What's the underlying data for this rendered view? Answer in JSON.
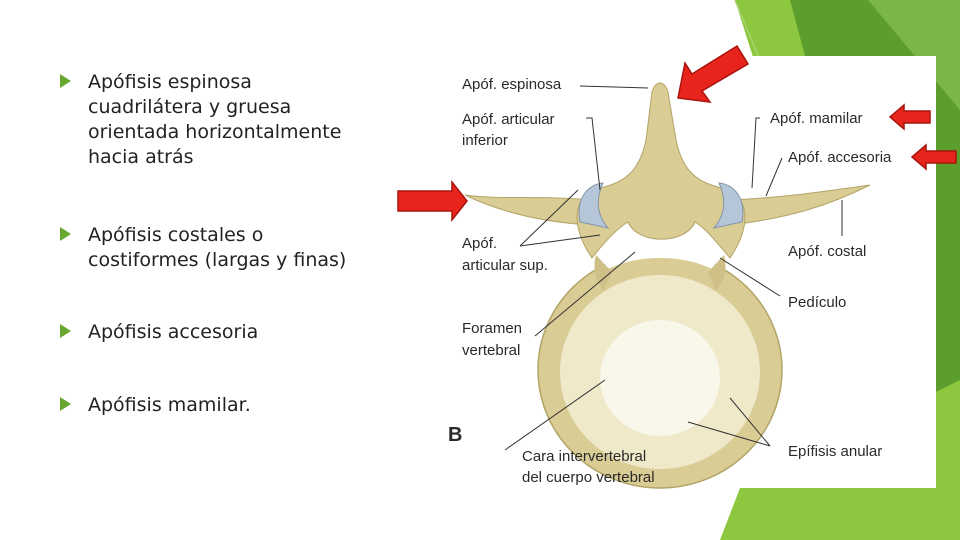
{
  "bullets": [
    {
      "text": "Apófisis espinosa\ncuadrilátera y gruesa\norientada horizontalmente\nhacia atrás"
    },
    {
      "text": "Apófisis costales o\ncostiformes (largas y finas)"
    },
    {
      "text": "Apófisis accesoria"
    },
    {
      "text": "Apófisis mamilar."
    }
  ],
  "figure": {
    "panel_letter": "B",
    "labels": {
      "espinosa": "Apóf. espinosa",
      "articular_inferior_1": "Apóf. articular",
      "articular_inferior_2": "inferior",
      "articular_sup_1": "Apóf.",
      "articular_sup_2": "articular sup.",
      "foramen_1": "Foramen",
      "foramen_2": "vertebral",
      "cara_1": "Cara intervertebral",
      "cara_2": "del cuerpo vertebral",
      "mamilar": "Apóf. mamilar",
      "accesoria": "Apóf. accesoria",
      "costal": "Apóf. costal",
      "pediculo": "Pedículo",
      "epifisis": "Epífisis anular"
    }
  },
  "colors": {
    "accent_green": "#67a72f",
    "arrow_red": "#e8251c",
    "bone": "#d9cc94",
    "cartilage": "#b5c6d8"
  }
}
